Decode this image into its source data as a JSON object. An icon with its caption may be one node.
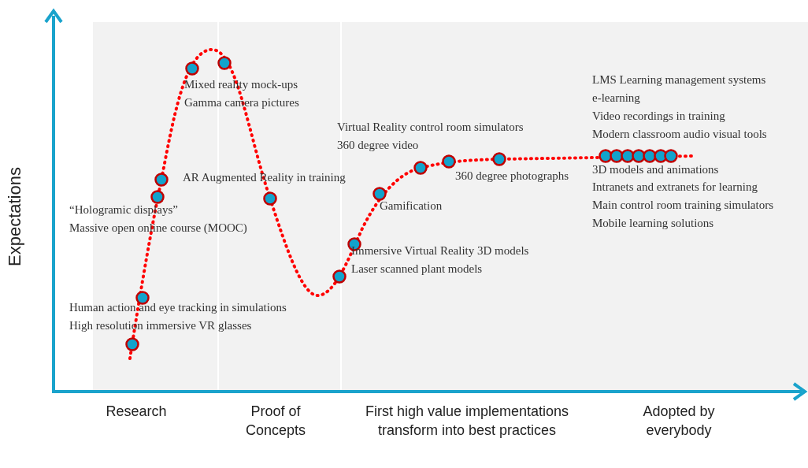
{
  "diagram": {
    "labels": [
      "Mixed reality mock-ups",
      "Gamma camera pictures",
      "Virtual Reality control room simulators",
      "360 degree video",
      "LMS Learning management systems",
      "e-learning",
      "Video recordings in training",
      "Modern classroom audio visual tools",
      "AR Augmented Reality in training",
      "360 degree photographs",
      "3D models and animations",
      "Intranets and extranets for learning",
      "Main control room training simulators",
      "Mobile learning solutions",
      "Gamification",
      "“Hologramic displays”",
      "Massive open online course (MOOC)",
      "Immersive Virtual Reality 3D models",
      "Laser scanned plant models",
      "Human action and eye tracking in simulations",
      "High resolution immersive VR glasses",
      "Research",
      "Proof of Concepts",
      "First high value implementations transform into best practices",
      "Adopted by everybody",
      "Expectations"
    ]
  }
}
